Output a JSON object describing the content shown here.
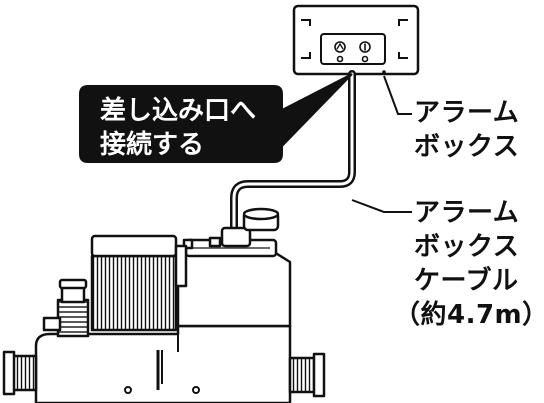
{
  "callout": {
    "line1": "差し込み口へ",
    "line2": "接続する"
  },
  "labels": {
    "alarm_box": [
      "アラーム",
      "ボックス"
    ],
    "alarm_box_cable": [
      "アラーム",
      "ボックス",
      "ケーブル",
      "（約4.7m）"
    ]
  },
  "colors": {
    "line": "#111111",
    "callout_fill": "#111111",
    "callout_text": "#ffffff",
    "background": "#ffffff"
  }
}
